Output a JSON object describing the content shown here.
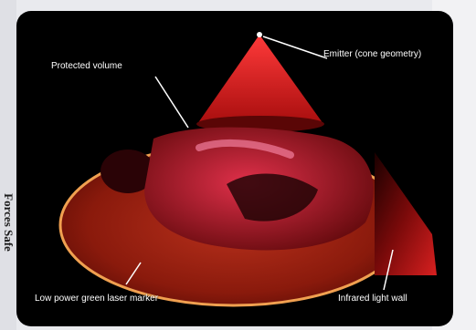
{
  "side_label": "Forces Safe",
  "diagram": {
    "labels": {
      "emitter": "Emitter (cone geometry)",
      "protected_volume": "Protected volume",
      "laser_marker": "Low power green laser marker",
      "light_wall": "Infrared light wall"
    }
  },
  "colors": {
    "background": "#000000",
    "cone_red": "#d01a1a",
    "ring_orange": "#f0a050",
    "floor_red": "#7a1208"
  }
}
